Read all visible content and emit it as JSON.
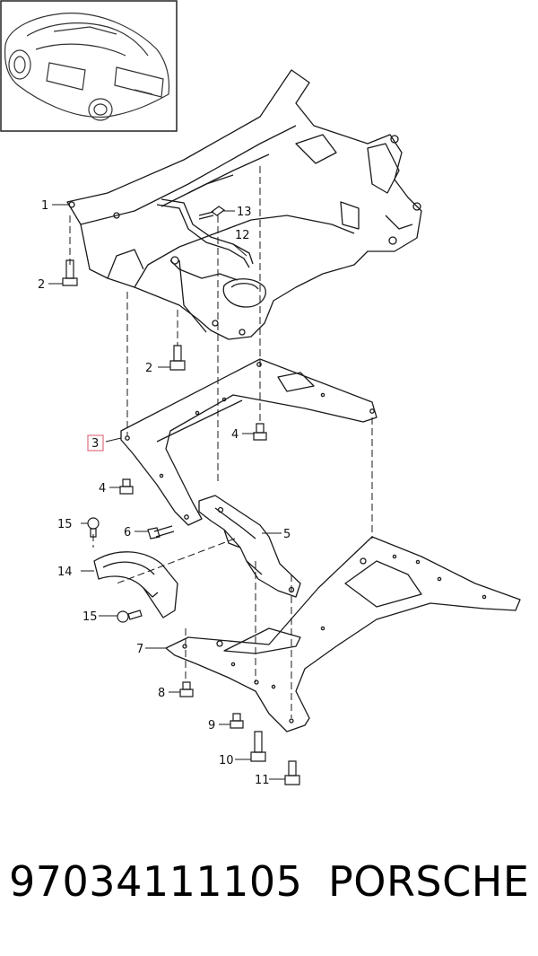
{
  "diagram": {
    "callouts": {
      "c1": "1",
      "c2a": "2",
      "c2b": "2",
      "c3": "3",
      "c4a": "4",
      "c4b": "4",
      "c5": "5",
      "c6": "6",
      "c7": "7",
      "c8": "8",
      "c9": "9",
      "c10": "10",
      "c11": "11",
      "c12": "12",
      "c13": "13",
      "c14": "14",
      "c15a": "15",
      "c15b": "15"
    },
    "highlighted_callout": "3",
    "highlight_color": "#e07080",
    "line_color": "#1a1a1a",
    "thumbnail_icon": "car-thumbnail-icon"
  },
  "footer": {
    "part_number": "97034111105",
    "brand": "PORSCHE"
  }
}
